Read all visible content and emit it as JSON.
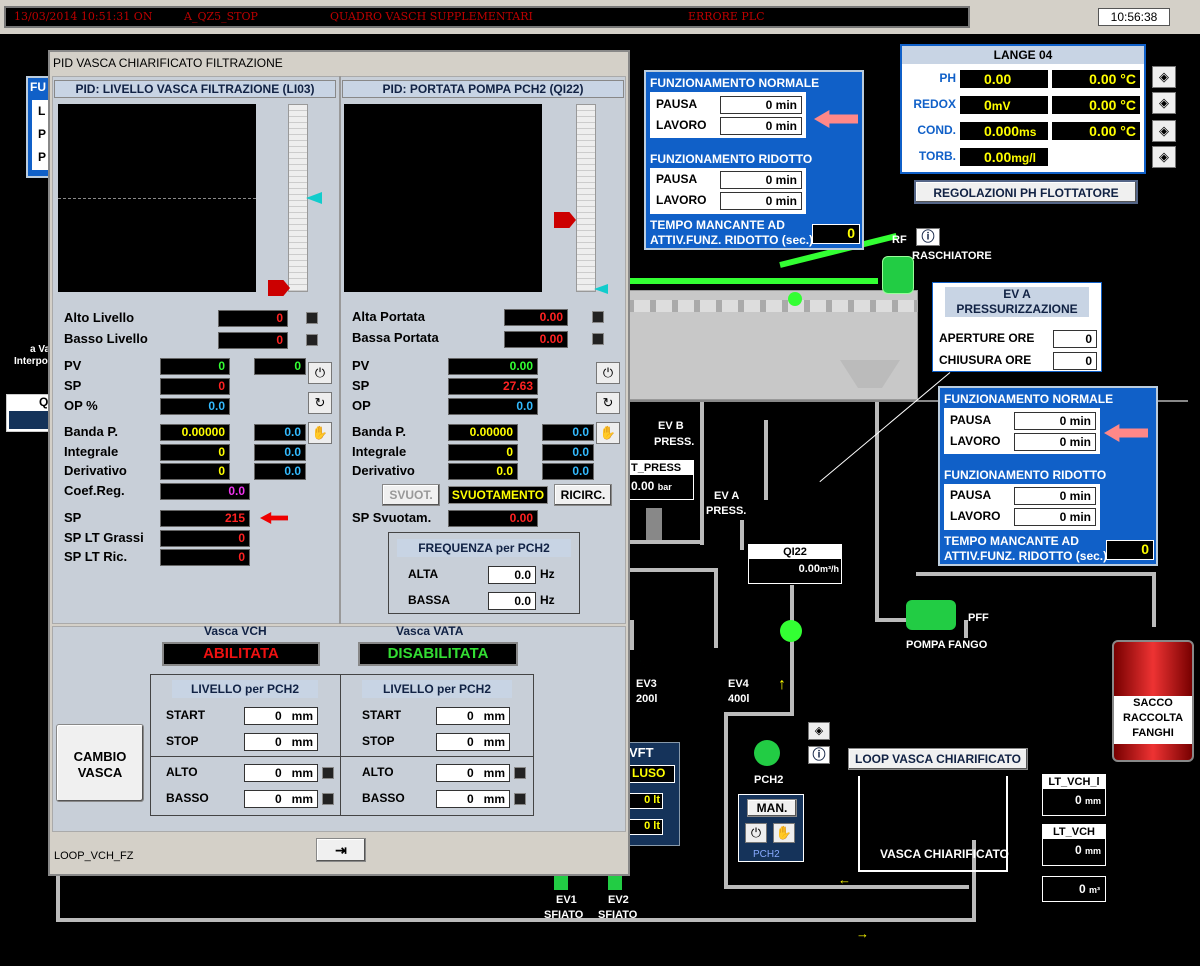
{
  "topbar": {
    "alarm_date": "13/03/2014 10:51:31 ON",
    "alarm_code": "A_QZ5_STOP",
    "alarm_area": "QUADRO VASCH SUPPLEMENTARI",
    "alarm_state": "ERRORE PLC",
    "clock": "10:56:38"
  },
  "bg": {
    "left_label1": "a Va",
    "left_label2": "Interpo",
    "left_panel_letter": "Q",
    "left_fu": "FU",
    "left_items": [
      "L",
      "P",
      "P"
    ]
  },
  "lange": {
    "title": "LANGE 04",
    "rows": [
      {
        "label": "PH",
        "v1": "0.00",
        "u1": "",
        "v2": "0.00",
        "u2": "°C"
      },
      {
        "label": "REDOX",
        "v1": "0",
        "u1": "mV",
        "v2": "0.00",
        "u2": "°C"
      },
      {
        "label": "COND.",
        "v1": "0.000",
        "u1": "ms",
        "v2": "0.00",
        "u2": "°C"
      },
      {
        "label": "TORB.",
        "v1": "0.00",
        "u1": "mg/l",
        "v2": "",
        "u2": ""
      }
    ],
    "button": "REGOLAZIONI PH FLOTTATORE"
  },
  "func1": {
    "normal_title": "FUNZIONAMENTO NORMALE",
    "pausa": "PAUSA",
    "lavoro": "LAVORO",
    "np": "0 min",
    "nl": "0 min",
    "reduced_title": "FUNZIONAMENTO RIDOTTO",
    "rp": "0 min",
    "rl": "0 min",
    "tempo1": "TEMPO MANCANTE AD",
    "tempo2": "ATTIV.FUNZ. RIDOTTO (sec.)",
    "tempo_val": "0"
  },
  "func2": {
    "normal_title": "FUNZIONAMENTO NORMALE",
    "pausa": "PAUSA",
    "lavoro": "LAVORO",
    "np": "0 min",
    "nl": "0 min",
    "reduced_title": "FUNZIONAMENTO RIDOTTO",
    "rp": "0 min",
    "rl": "0 min",
    "tempo1": "TEMPO MANCANTE AD",
    "tempo2": "ATTIV.FUNZ. RIDOTTO (sec.)",
    "tempo_val": "0"
  },
  "ev": {
    "title1": "EV A",
    "title2": "PRESSURIZZAZIONE",
    "ap_label": "APERTURE ORE",
    "ap": "0",
    "ch_label": "CHIUSURA ORE",
    "ch": "0"
  },
  "plant": {
    "rf": "RF",
    "raschiatore": "RASCHIATORE",
    "evb": "EV B",
    "evb2": "PRESS.",
    "eva": "EV A",
    "eva2": "PRESS.",
    "tpress": "T_PRESS",
    "tpress_val": "0.00",
    "tpress_unit": "bar",
    "qi22": "QI22",
    "qi22_val": "0.00",
    "qi22_unit": "m³/h",
    "pff": "PFF",
    "pompa": "POMPA FANGO",
    "sacco": [
      "SACCO",
      "RACCOLTA",
      "FANGHI"
    ],
    "ev3": "EV3",
    "ev3b": "200l",
    "ev4": "EV4",
    "ev4b": "400l",
    "pch2": "PCH2",
    "man": "MAN.",
    "pch2b": "PCH2",
    "loop_btn": "LOOP VASCA CHIARIFICATO",
    "vasca": "VASCA CHIARIFICATO",
    "ltvchl": "LT_VCH_l",
    "ltvchl_val": "0",
    "ltvchl_unit": "mm",
    "ltvch": "LT_VCH",
    "ltvch_val": "0",
    "ltvch_unit": "mm",
    "vol_val": "0",
    "vol_unit": "m³",
    "ev1": "EV1",
    "ev1b": "SFIATO",
    "ev2": "EV2",
    "ev2b": "SFIATO",
    "vft": "VFT",
    "vft_btn": "LUSO",
    "vft_v1": "0 lt",
    "vft_v2": "0 lt"
  },
  "win": {
    "title": "PID VASCA CHIARIFICATO FILTRAZIONE",
    "footer": "LOOP_VCH_FZ",
    "left": {
      "title": "PID: LIVELLO VASCA FILTRAZIONE (LI03)",
      "alto": "Alto Livello",
      "alto_v": "0",
      "basso": "Basso Livello",
      "basso_v": "0",
      "pv": "PV",
      "pv_v": "0",
      "pv_v2": "0",
      "sp": "SP",
      "sp_v": "0",
      "op": "OP %",
      "op_v": "0.0",
      "banda": "Banda P.",
      "banda_v": "0.00000",
      "banda_v2": "0.0",
      "integ": "Integrale",
      "integ_v": "0",
      "integ_v2": "0.0",
      "deriv": "Derivativo",
      "deriv_v": "0",
      "deriv_v2": "0.0",
      "coef": "Coef.Reg.",
      "coef_v": "0.0",
      "sp2": "SP",
      "sp2_v": "215",
      "spg": "SP LT Grassi",
      "spg_v": "0",
      "spr": "SP LT Ric.",
      "spr_v": "0"
    },
    "right": {
      "title": "PID: PORTATA POMPA PCH2 (QI22)",
      "alta": "Alta Portata",
      "alta_v": "0.00",
      "bassa": "Bassa Portata",
      "bassa_v": "0.00",
      "pv": "PV",
      "pv_v": "0.00",
      "sp": "SP",
      "sp_v": "27.63",
      "op": "OP",
      "op_v": "0.0",
      "banda": "Banda P.",
      "banda_v": "0.00000",
      "banda_v2": "0.0",
      "integ": "Integrale",
      "integ_v": "0",
      "integ_v2": "0.0",
      "deriv": "Derivativo",
      "deriv_v": "0.0",
      "deriv_v2": "0.0",
      "svuot": "SVUOT.",
      "svuotamento": "SVUOTAMENTO",
      "ricirc": "RICIRC.",
      "spsv": "SP Svuotam.",
      "spsv_v": "0.00",
      "freq_title": "FREQUENZA per PCH2",
      "alta_f": "ALTA",
      "alta_fv": "0.0",
      "bassa_f": "BASSA",
      "bassa_fv": "0.0",
      "hz": "Hz"
    },
    "bottom": {
      "vch": "Vasca VCH",
      "vch_state": "ABILITATA",
      "vata": "Vasca VATA",
      "vata_state": "DISABILITATA",
      "cambio1": "CAMBIO",
      "cambio2": "VASCA",
      "liv": "LIVELLO per PCH2",
      "start": "START",
      "stop": "STOP",
      "alto": "ALTO",
      "basso": "BASSO",
      "zero": "0",
      "mm": "mm"
    }
  }
}
